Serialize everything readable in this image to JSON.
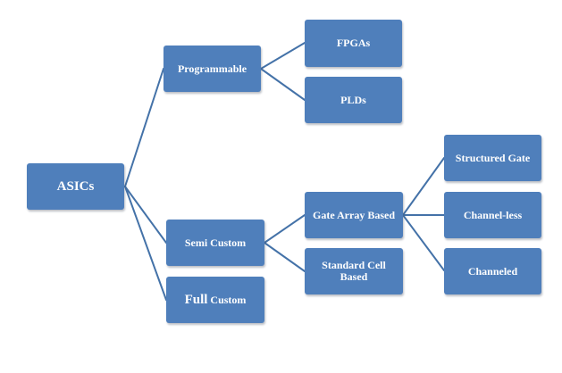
{
  "diagram": {
    "root": {
      "label": "ASICs"
    },
    "programmable": {
      "label": "Programmable",
      "children": {
        "fpgas": "FPGAs",
        "plds": "PLDs"
      }
    },
    "semi_custom": {
      "label": "Semi Custom"
    },
    "full_custom": {
      "label_first": "Full",
      "label_rest": "Custom"
    },
    "gate_array": {
      "label": "Gate Array Based",
      "children": {
        "structured_gate": "Structured Gate",
        "channel_less": "Channel-less",
        "channeled": "Channeled"
      }
    },
    "standard_cell": {
      "label": "Standard Cell Based"
    }
  },
  "colors": {
    "node_fill": "#4f7fbb",
    "connector": "#4472a8",
    "text": "#ffffff"
  }
}
